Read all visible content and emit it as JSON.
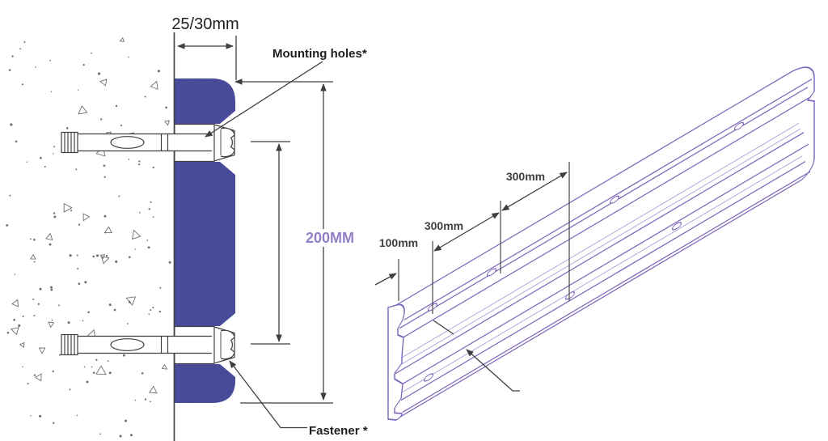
{
  "left_view": {
    "width_dimension": "25/30mm",
    "height_dimension": "200MM",
    "mounting_holes_label": "Mounting holes*",
    "fastener_label": "Fastener *"
  },
  "right_view": {
    "end_offset_dimension": "100mm",
    "hole_spacing_dimension_1": "300mm",
    "hole_spacing_dimension_2": "300mm"
  },
  "colors": {
    "profile_fill": "#474a99",
    "dimension_accent": "#9180c7",
    "rail_outline": "#7b63b8",
    "rail_outline_light": "#ab9bd8",
    "line_dark": "#3f3f3f",
    "wall_stipple": "#6f6f6f",
    "background": "#ffffff"
  }
}
